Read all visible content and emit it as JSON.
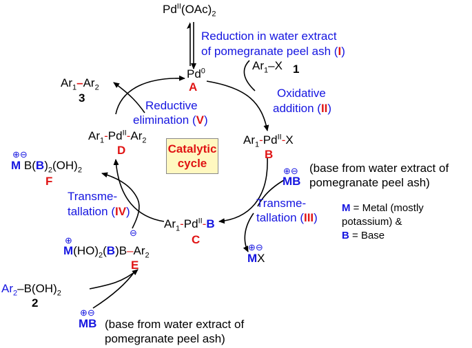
{
  "species": {
    "pd_oac_main": "Pd",
    "pd_oac_sup": "II",
    "pd_oac_tail": "(OAc)",
    "pd_oac_sub": "2",
    "pd0_main": "Pd",
    "pd0_sup": "0",
    "ar1x_a": "Ar",
    "ar1x_sub": "1",
    "ar1x_b": "–X",
    "num_1": "1",
    "product_ar1": "Ar",
    "product_sub1": "1",
    "product_ar2": "Ar",
    "product_sub2": "2",
    "num_3": "3",
    "ar2b_a": "Ar",
    "ar2b_sub": "2",
    "ar2b_b": "–B(OH)",
    "ar2b_sub2": "2",
    "num_2": "2",
    "mx_m": "M",
    "mx_x": "X"
  },
  "intermediates": {
    "A": "A",
    "B": "B",
    "C": "C",
    "D": "D",
    "E": "E",
    "F": "F"
  },
  "steps": {
    "reduction_line1": "Reduction in water extract",
    "reduction_line2": "of pomegranate peel ash (",
    "reduction_num": "I",
    "oxidative_line1": "Oxidative",
    "oxidative_line2": "addition (",
    "oxidative_num": "II",
    "reductive_line1": "Reductive",
    "reductive_line2": "elimination (",
    "reductive_num": "V",
    "transmet3_line1": "Transme-",
    "transmet3_line2": "tallation (",
    "transmet3_num": "III",
    "transmet4_line1": "Transme-",
    "transmet4_line2": "tallation (",
    "transmet4_num": "IV",
    "close_paren": ")"
  },
  "center": {
    "line1": "Catalytic",
    "line2": "cycle"
  },
  "base_notes": {
    "mb": "MB",
    "base_line1": "(base from water extract of",
    "base_line2": "pomegranate peel ash)",
    "base2_line1": "(base from water extract of",
    "base2_line2": "pomegranate peel ash)"
  },
  "legend": {
    "m_key": "M",
    "m_text1": " = Metal (mostly",
    "m_text2": "potassium) &",
    "b_key": "B",
    "b_text": " = Base"
  },
  "charges": {
    "plus": "⊕",
    "minus": "⊖"
  },
  "colors": {
    "blue": "#1515e0",
    "red": "#e01414",
    "box_fill": "#fff8c0"
  }
}
